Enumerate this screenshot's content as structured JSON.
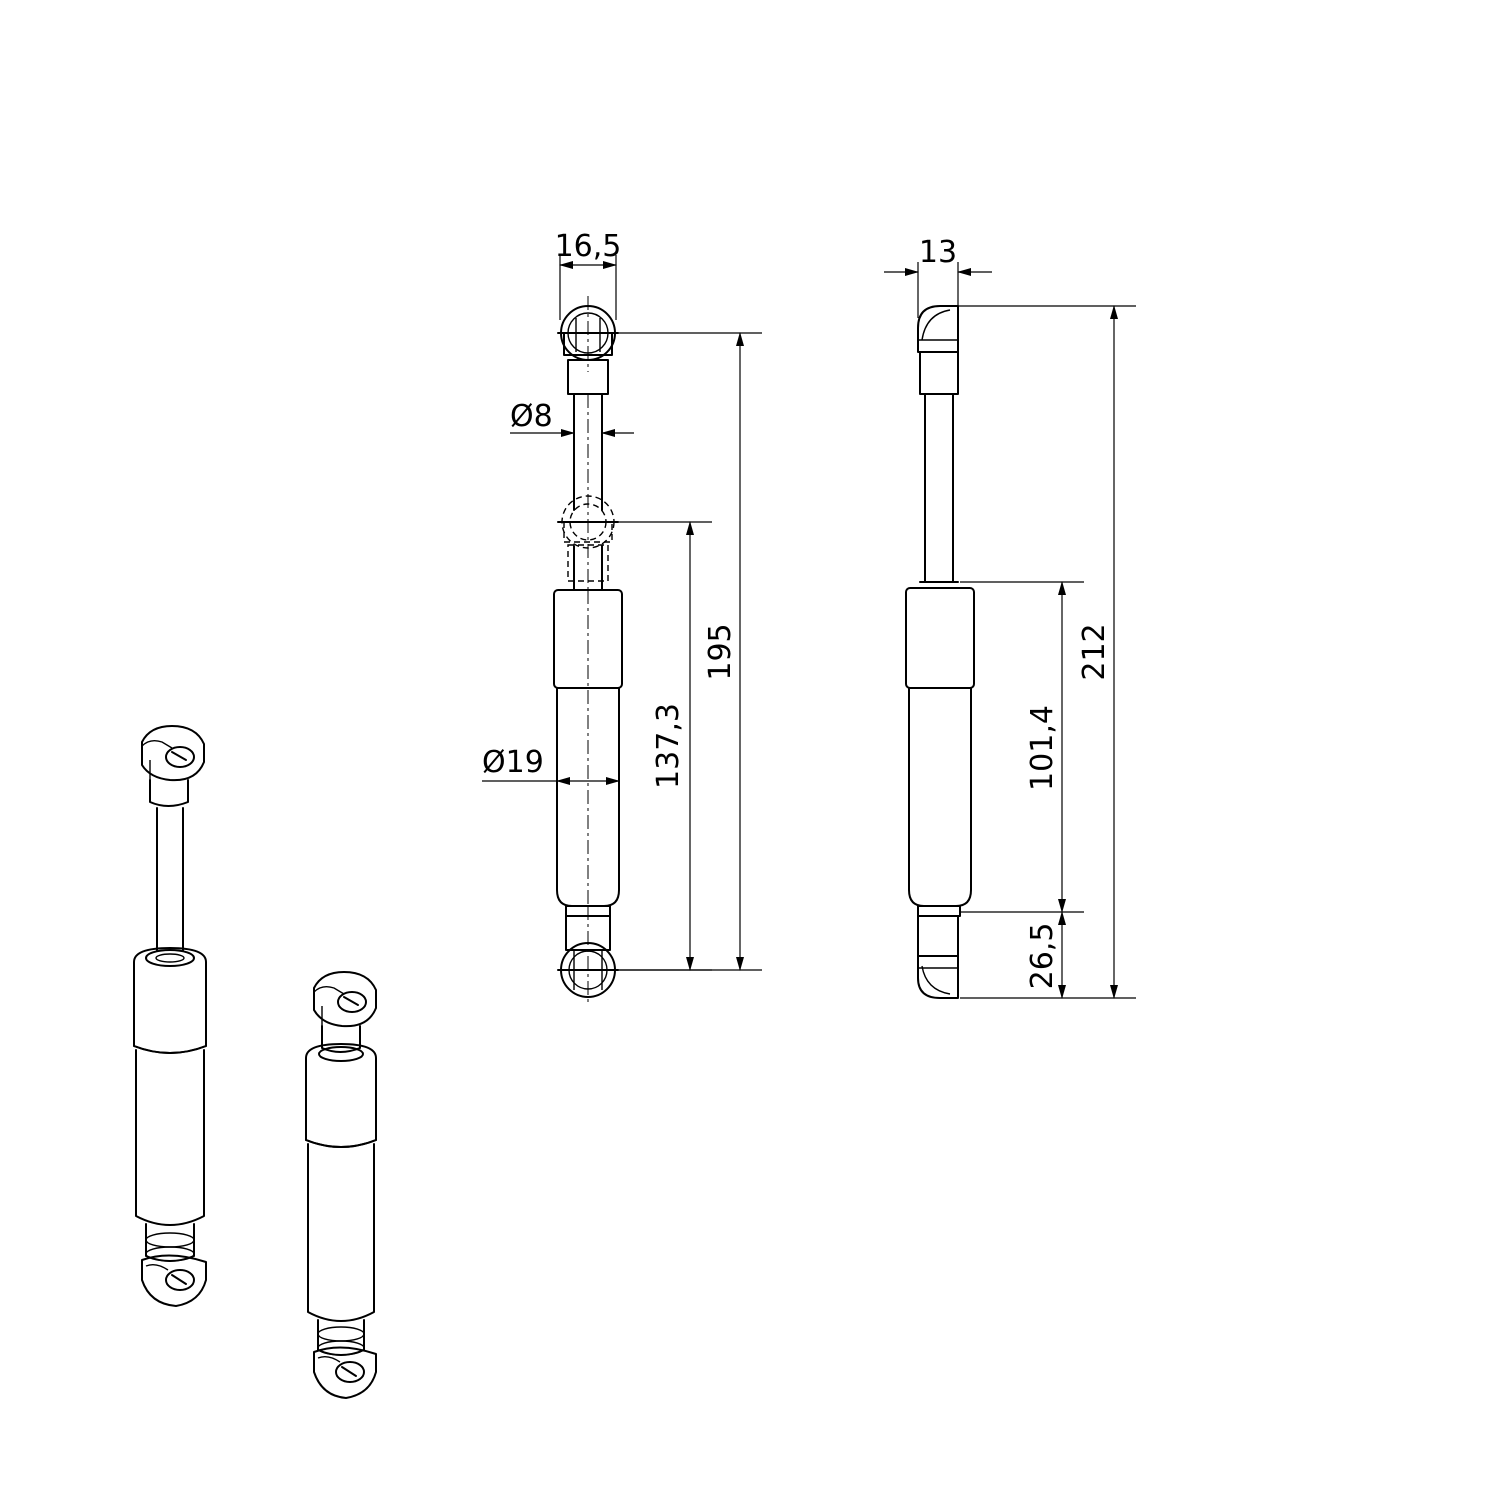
{
  "dimensions": {
    "front_view": {
      "eye_width": "16,5",
      "rod_diameter": "Ø8",
      "body_diameter": "Ø19",
      "retracted_length": "137,3",
      "extended_length": "195"
    },
    "side_view": {
      "eye_width": "13",
      "body_length": "101,4",
      "end_fitting_length": "26,5",
      "overall_length": "212"
    }
  },
  "colors": {
    "line": "#000000",
    "background": "#ffffff"
  }
}
